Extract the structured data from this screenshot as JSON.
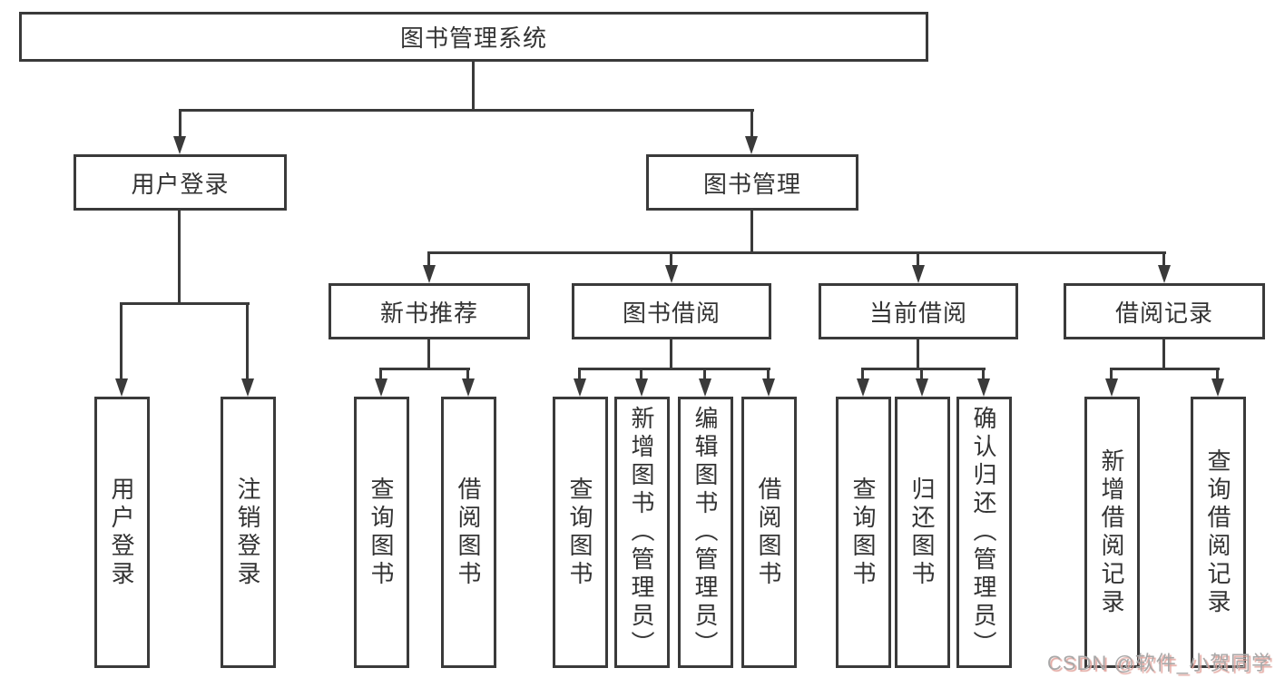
{
  "diagram": {
    "title": "图书管理系统",
    "level2": [
      {
        "label": "用户登录"
      },
      {
        "label": "图书管理"
      }
    ],
    "level3": [
      {
        "label": "新书推荐"
      },
      {
        "label": "图书借阅"
      },
      {
        "label": "当前借阅"
      },
      {
        "label": "借阅记录"
      }
    ],
    "leaves": {
      "login": [
        "用户登录",
        "注销登录"
      ],
      "recommend": [
        "查询图书",
        "借阅图书"
      ],
      "borrow": [
        "查询图书",
        "新增图书（管理员）",
        "编辑图书（管理员）",
        "借阅图书"
      ],
      "current": [
        "查询图书",
        "归还图书",
        "确认归还（管理员）"
      ],
      "records": [
        "新增借阅记录",
        "查询借阅记录"
      ]
    },
    "watermark": "CSDN @软件_小贺同学",
    "colors": {
      "line": "#3a3a3a",
      "text": "#333333",
      "background": "#ffffff",
      "watermark": "#a8a8a8",
      "watermark_shadow": "#e3a7a0"
    }
  }
}
